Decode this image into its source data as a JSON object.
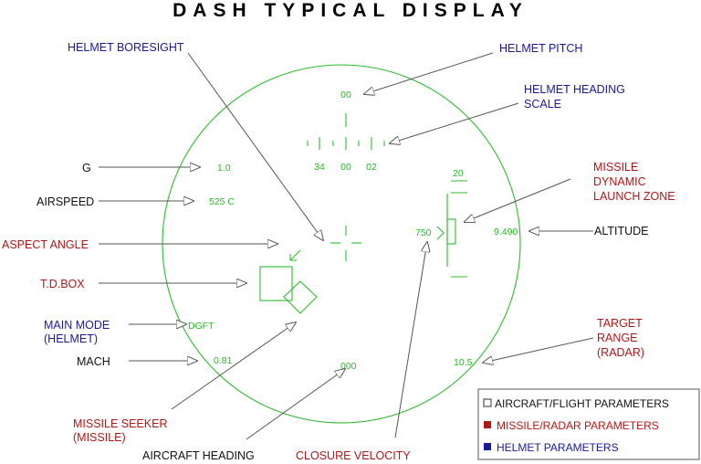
{
  "title": "DASH TYPICAL DISPLAY",
  "colors": {
    "hud_green": "#2dbb2d",
    "aircraft_flight": "#111111",
    "missile_radar": "#b01818",
    "helmet": "#1a1a99"
  },
  "labels": {
    "helmet_boresight": "HELMET BORESIGHT",
    "helmet_pitch": "HELMET PITCH",
    "helmet_heading_scale_1": "HELMET HEADING",
    "helmet_heading_scale_2": "SCALE",
    "g": "G",
    "airspeed": "AIRSPEED",
    "aspect_angle": "ASPECT ANGLE",
    "td_box": "T.D.BOX",
    "main_mode_1": "MAIN MODE",
    "main_mode_2": "(HELMET)",
    "mach": "MACH",
    "missile_seeker_1": "MISSILE SEEKER",
    "missile_seeker_2": "(MISSILE)",
    "aircraft_heading": "AIRCRAFT HEADING",
    "closure_velocity": "CLOSURE VELOCITY",
    "missile_dlz_1": "MISSILE",
    "missile_dlz_2": "DYNAMIC",
    "missile_dlz_3": "LAUNCH ZONE",
    "altitude": "ALTITUDE",
    "target_range_1": "TARGET",
    "target_range_2": "RANGE",
    "target_range_3": "(RADAR)"
  },
  "hud": {
    "pitch": "00",
    "heading_ticks": [
      "34",
      "00",
      "02"
    ],
    "g": "1.0",
    "airspeed": "525 C",
    "mode": "DGFT",
    "mach": "0.81",
    "heading": "000",
    "closure": "750",
    "dlz_top": "20",
    "altitude": "9.490",
    "range": "10.5"
  },
  "legend": [
    {
      "label": "AIRCRAFT/FLIGHT PARAMETERS",
      "swatch": "hollow"
    },
    {
      "label": "MISSILE/RADAR PARAMETERS",
      "swatch": "red"
    },
    {
      "label": "HELMET PARAMETERS",
      "swatch": "blue"
    }
  ]
}
